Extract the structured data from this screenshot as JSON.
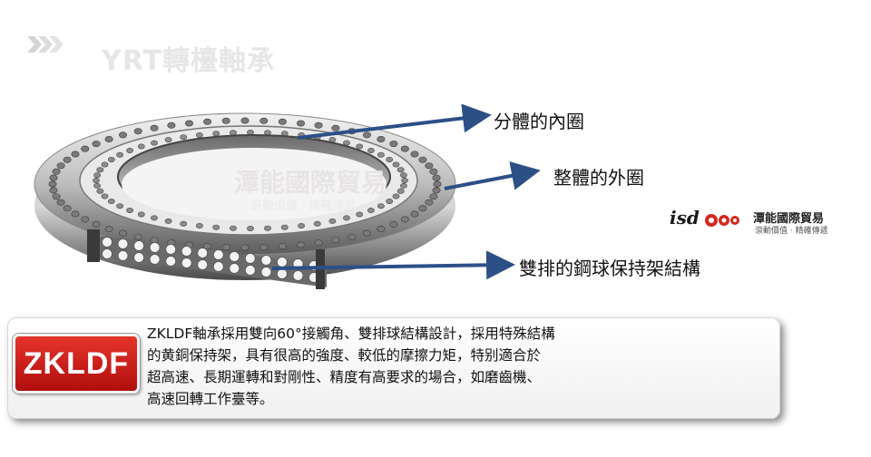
{
  "header": {
    "title": "YRT轉檯軸承"
  },
  "watermark": {
    "company": "潭能國際貿易",
    "slogan": "滾動價值 · 精確傳遞"
  },
  "callouts": [
    {
      "label": "分體的內圈"
    },
    {
      "label": "整體的外圈"
    },
    {
      "label": "雙排的鋼球保持架結構"
    }
  ],
  "company_logo": {
    "mark": "isd",
    "name": "潭能國際貿易",
    "slogan": "滾動價值 · 精確傳遞"
  },
  "info_panel": {
    "brand": "ZKLDF",
    "lines": [
      "ZKLDF軸承採用雙向60°接觸角、雙排球結構設計，採用特殊結構",
      "的黄銅保持架，具有很高的強度、較低的摩擦力矩，特别適合於",
      "超高速、長期運轉和對剛性、精度有高要求的場合，如磨齒機、",
      "高速回轉工作臺等。"
    ]
  },
  "colors": {
    "arrow": "#2c4f86",
    "badge": "#c81a1a",
    "title": "#e6e6e6"
  }
}
